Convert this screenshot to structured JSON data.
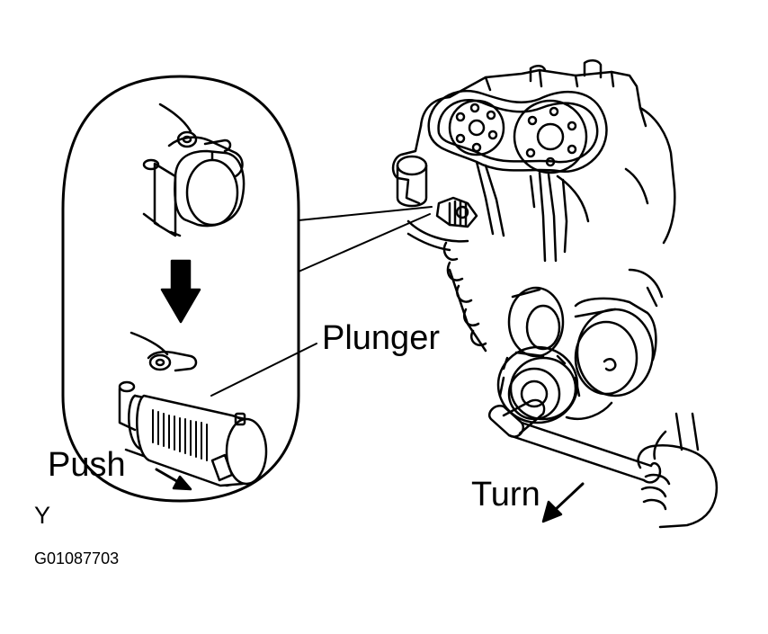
{
  "labels": {
    "plunger": "Plunger",
    "push": "Push",
    "turn": "Turn",
    "view_marker": "Y",
    "figure_code": "G01087703"
  },
  "colors": {
    "ink": "#000000",
    "paper": "#ffffff"
  }
}
